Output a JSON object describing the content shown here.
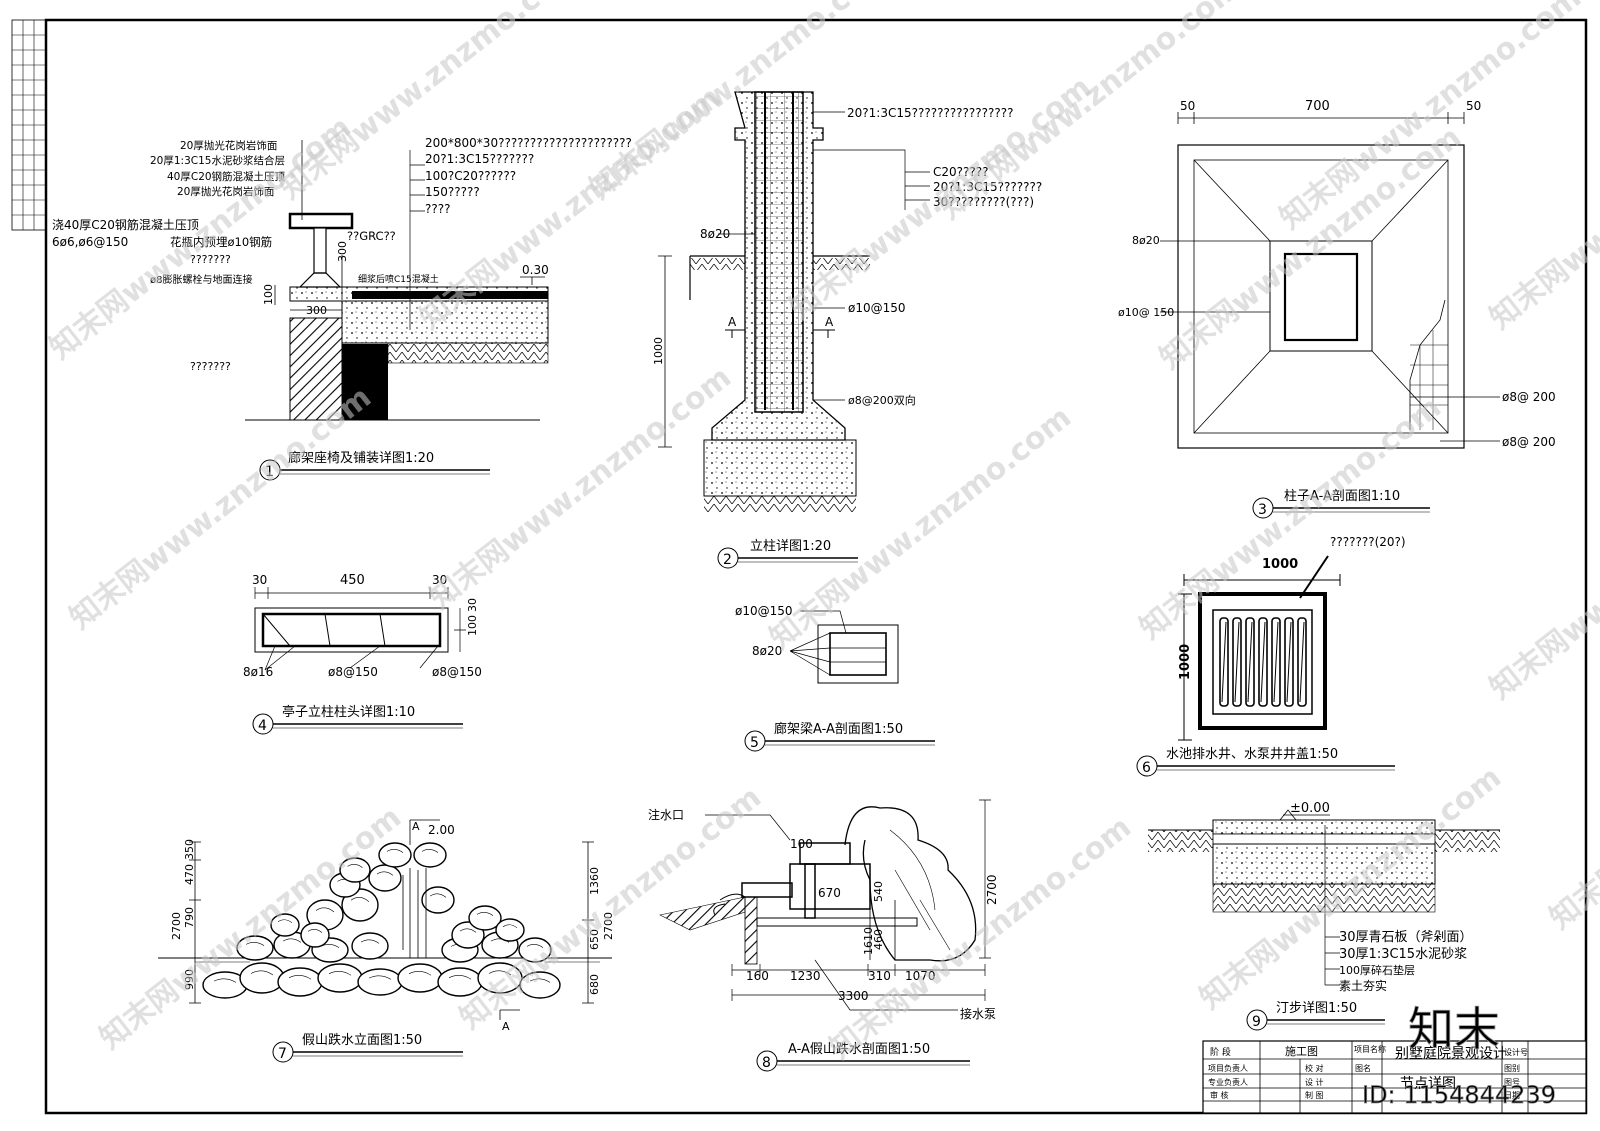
{
  "detail1": {
    "title": "廊架座椅及铺装详图1:20",
    "number": "1",
    "left_notes": [
      "20厚抛光花岗岩饰面",
      "20厚1:3C15水泥砂浆结合层",
      "40厚C20钢筋混凝土压顶",
      "20厚抛光花岗岩饰面",
      "浇40厚C20钢筋混凝土压顶",
      "6ø6,ø6@150",
      "花瓶内预埋ø10钢筋",
      "???????",
      "ø8膨胀螺栓与地面连接"
    ],
    "right_notes": [
      "200*800*30?????????????????????",
      "20?1:3C15???????",
      "100?C20??????",
      "150?????",
      "????"
    ],
    "misc": [
      "??GRC??",
      "300",
      "100",
      "300",
      "细浆后喷C15混凝土",
      "0.30",
      "???????"
    ]
  },
  "detail2": {
    "title": "立柱详图1:20",
    "number": "2",
    "notes": [
      "20?1:3C15????????????????",
      "C20?????",
      "20?1:3C15???????",
      "30?????????(???)",
      "8ø20",
      "ø10@150",
      "ø8@200双向",
      "1000",
      "A",
      "A"
    ]
  },
  "detail3": {
    "title": "柱子A-A剖面图1:10",
    "number": "3",
    "dims": [
      "50",
      "700",
      "50"
    ],
    "notes": [
      "8ø20",
      "ø10@ 150",
      "ø8@ 200",
      "ø8@ 200"
    ]
  },
  "detail4": {
    "title": "亭子立柱柱头详图1:10",
    "number": "4",
    "dims": [
      "30",
      "450",
      "30",
      "100",
      "30"
    ],
    "notes": [
      "8ø16",
      "ø8@150",
      "ø8@150"
    ]
  },
  "detail5": {
    "title": "廊架梁A-A剖面图1:50",
    "number": "5",
    "notes": [
      "ø10@150",
      "8ø20"
    ]
  },
  "detail6": {
    "title": "水池排水井、水泵井井盖1:50",
    "number": "6",
    "notes": [
      "???????(20?)",
      "1000",
      "1000"
    ]
  },
  "detail7": {
    "title": "假山跌水立面图1:50",
    "number": "7",
    "dims_left": [
      "350",
      "470",
      "790",
      "2700",
      "990"
    ],
    "dims_right": [
      "1360",
      "650",
      "680",
      "2700"
    ],
    "misc": [
      "A",
      "2.00",
      "A"
    ]
  },
  "detail8": {
    "title": "A-A假山跌水剖面图1:50",
    "number": "8",
    "notes": [
      "注水口",
      "接水泵",
      "100",
      "670",
      "540",
      "1610",
      "460",
      "2700"
    ],
    "dims": [
      "160",
      "1230",
      "310",
      "1070",
      "3300"
    ]
  },
  "detail9": {
    "title": "汀步详图1:50",
    "number": "9",
    "elev": "±0.00",
    "notes": [
      "30厚青石板（斧剁面）",
      "30厚1:3C15水泥砂浆",
      "100厚碎石垫层",
      "素土夯实"
    ]
  },
  "title_block": {
    "r1": [
      "阶  段",
      "施工图",
      "项目名称",
      "别墅庭院景观设计",
      "设计号"
    ],
    "r2": [
      "项目负责人",
      "校  对",
      "图名",
      "节点详图",
      "图别"
    ],
    "r3": [
      "专业负责人",
      "设  计",
      "图号"
    ],
    "r4": [
      "审  核",
      "制  图",
      "日期"
    ],
    "brand": "知末",
    "id": "ID: 1154844239"
  },
  "watermark": "知末网www.znzmo.com",
  "colors": {
    "line": "#000000",
    "watermark": "#c8c8c8",
    "paper": "#ffffff"
  }
}
